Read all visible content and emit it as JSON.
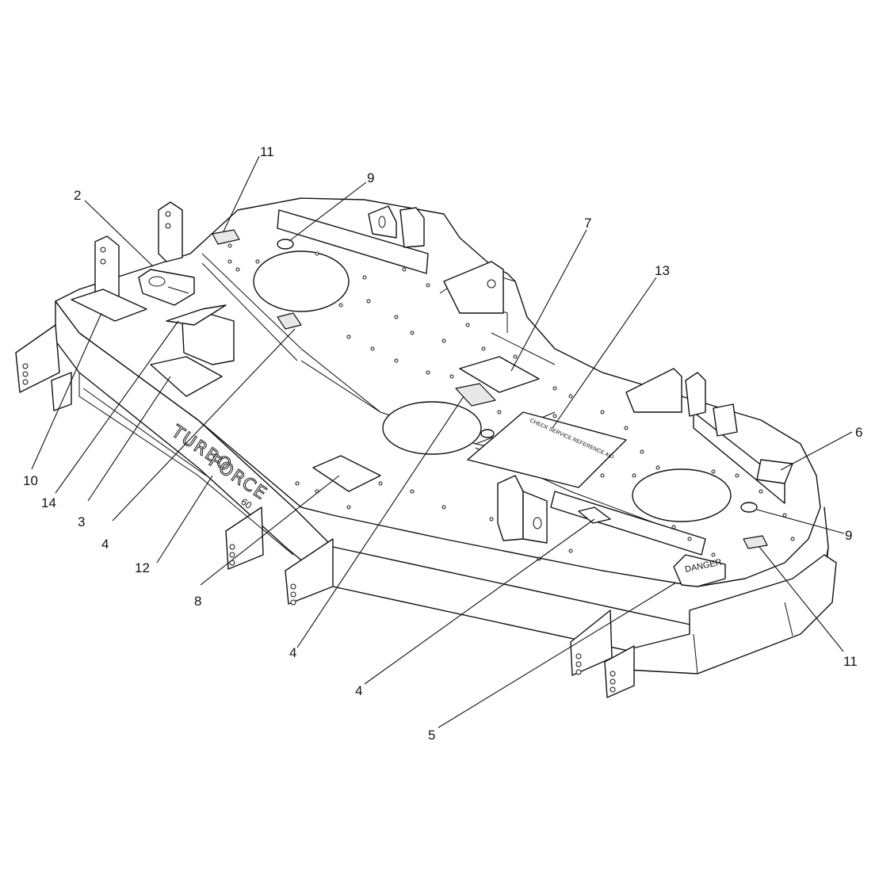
{
  "callouts": [
    {
      "number": "2"
    },
    {
      "number": "11"
    },
    {
      "number": "9"
    },
    {
      "number": "7"
    },
    {
      "number": "13"
    },
    {
      "number": "6"
    },
    {
      "number": "9"
    },
    {
      "number": "11"
    },
    {
      "number": "10"
    },
    {
      "number": "14"
    },
    {
      "number": "3"
    },
    {
      "number": "4"
    },
    {
      "number": "12"
    },
    {
      "number": "8"
    },
    {
      "number": "4"
    },
    {
      "number": "4"
    },
    {
      "number": "5"
    }
  ],
  "labels": {
    "danger_big": "DANGER",
    "service_ref": "CHECK SERVICE REFERENCE AID",
    "brand_word1": "TURBO",
    "brand_word2": "FORCE",
    "brand_size": "60"
  }
}
